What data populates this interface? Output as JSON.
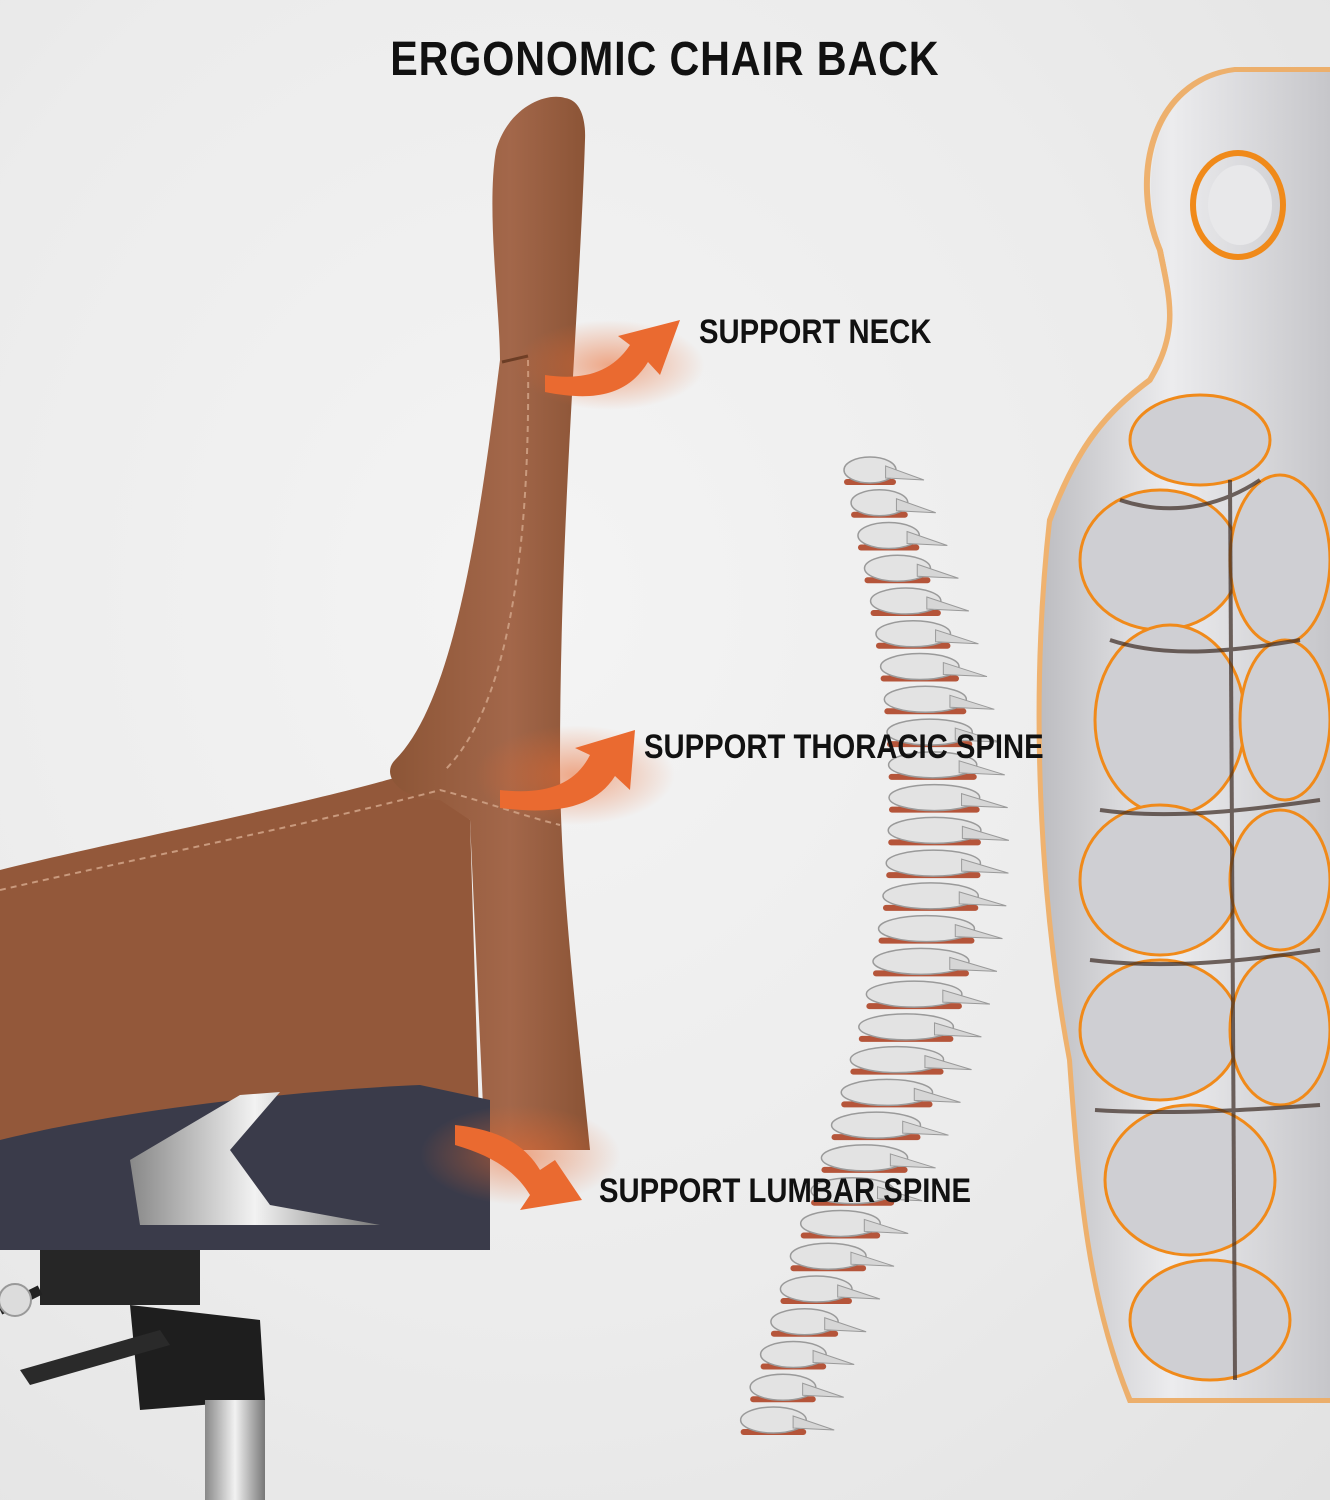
{
  "title": "ERGONOMIC CHAIR BACK",
  "labels": {
    "neck": "SUPPORT NECK",
    "thoracic": "SUPPORT THORACIC SPINE",
    "lumbar": "SUPPORT LUMBAR SPINE"
  },
  "colors": {
    "leather": "#9a5e3e",
    "leather_dark": "#7d4a2f",
    "base_panel": "#3a3b4a",
    "arrow": "#ea6a30",
    "body_shell": "#d9d9dc",
    "glow": "#f08a1a",
    "vertebra": "#e3e3e3",
    "disc": "#b5553a"
  }
}
